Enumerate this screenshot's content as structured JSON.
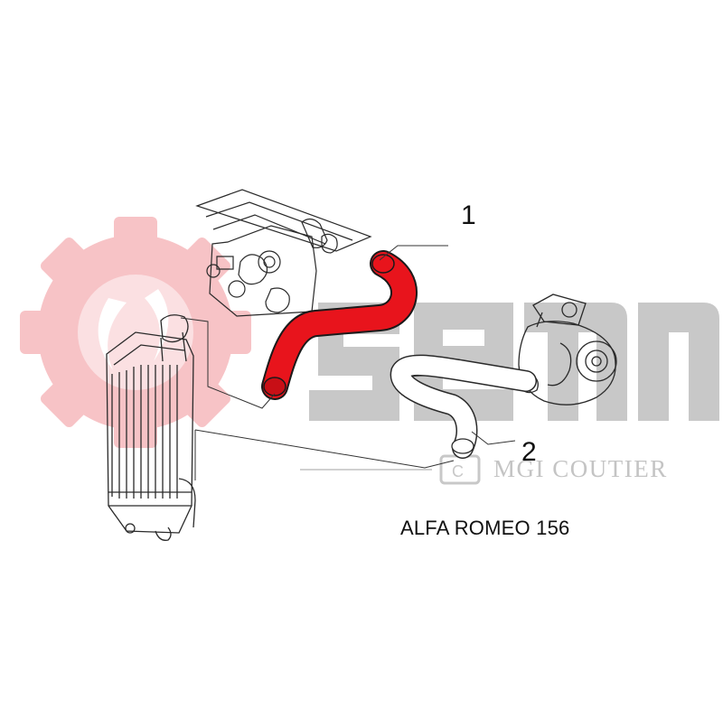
{
  "callouts": {
    "part_1": "1",
    "part_2": "2"
  },
  "caption": "ALFA ROMEO 156",
  "watermark": {
    "brand": "Seim",
    "subtitle": "MGI COUTIER"
  },
  "colors": {
    "highlight_hose": "#e8141c",
    "gear_logo": "#f7c3c6",
    "watermark_gray": "#c8c8c8",
    "line_art": "#2a2a2a"
  }
}
